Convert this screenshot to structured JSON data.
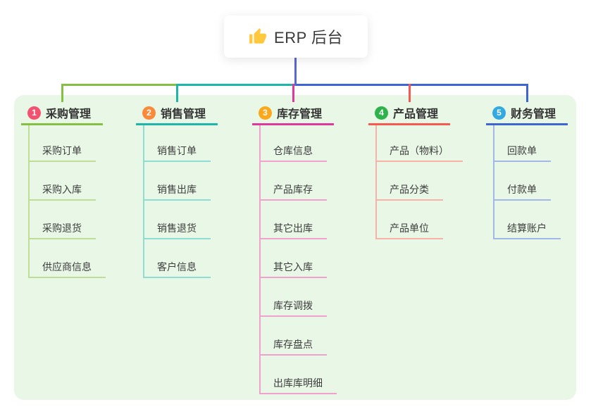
{
  "root": {
    "title": "ERP 后台",
    "icon": "thumbs-up",
    "icon_color": "#FFC83D",
    "card_bg": "#ffffff"
  },
  "branches": [
    {
      "num": "1",
      "label": "采购管理",
      "badge_color": "#F25270",
      "line_color": "#85C043",
      "child_line_color": "#BFDD96",
      "children": [
        "采购订单",
        "采购入库",
        "采购退货",
        "供应商信息"
      ]
    },
    {
      "num": "2",
      "label": "销售管理",
      "badge_color": "#F98A3C",
      "line_color": "#1FB6AA",
      "child_line_color": "#8FDCD2",
      "children": [
        "销售订单",
        "销售出库",
        "销售退货",
        "客户信息"
      ]
    },
    {
      "num": "3",
      "label": "库存管理",
      "badge_color": "#FBA81D",
      "line_color": "#E0399E",
      "child_line_color": "#F2A0CE",
      "children": [
        "仓库信息",
        "产品库存",
        "其它出库",
        "其它入库",
        "库存调拨",
        "库存盘点",
        "出库库明细"
      ]
    },
    {
      "num": "4",
      "label": "产品管理",
      "badge_color": "#2FB24C",
      "line_color": "#F6594F",
      "child_line_color": "#FAB1A8",
      "children": [
        "产品（物料）",
        "产品分类",
        "产品单位"
      ]
    },
    {
      "num": "5",
      "label": "财务管理",
      "badge_color": "#32A9E0",
      "line_color": "#3D65D3",
      "child_line_color": "#A3B8E6",
      "children": [
        "回款单",
        "付款单",
        "结算账户"
      ]
    }
  ],
  "connectors": {
    "root_vertical_color": "#5968CE"
  },
  "panel_bg": "#E9F7E6"
}
